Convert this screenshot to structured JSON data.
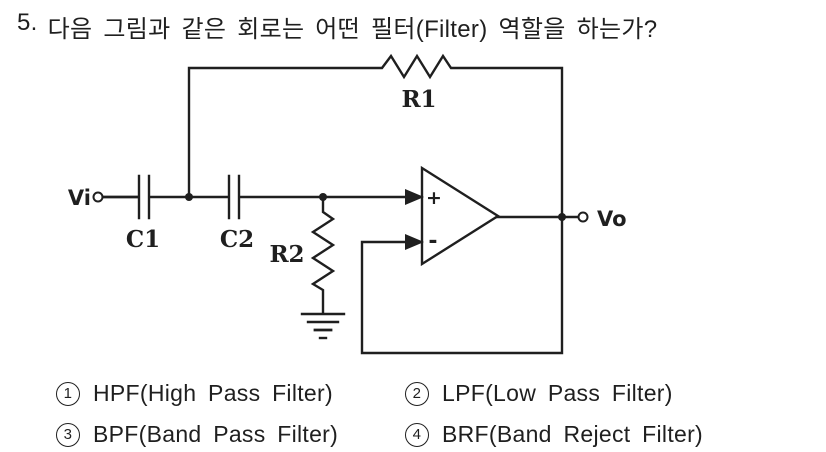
{
  "page": {
    "background": "#ffffff",
    "ink_color": "#1f1f1f"
  },
  "question": {
    "number": "5.",
    "text": "다음 그림과 같은 회로는 어떤 필터(Filter) 역할을 하는가?"
  },
  "circuit": {
    "input_label": "Vi",
    "output_label": "Vo",
    "capacitor1_label": "C1",
    "capacitor2_label": "C2",
    "feedback_resistor_label": "R1",
    "shunt_resistor_label": "R2",
    "opamp_noninverting_label": "+",
    "opamp_inverting_label": "-"
  },
  "options": [
    {
      "number": "1",
      "label": "HPF(High Pass Filter)"
    },
    {
      "number": "2",
      "label": "LPF(Low Pass Filter)"
    },
    {
      "number": "3",
      "label": "BPF(Band Pass Filter)"
    },
    {
      "number": "4",
      "label": "BRF(Band Reject Filter)"
    }
  ]
}
